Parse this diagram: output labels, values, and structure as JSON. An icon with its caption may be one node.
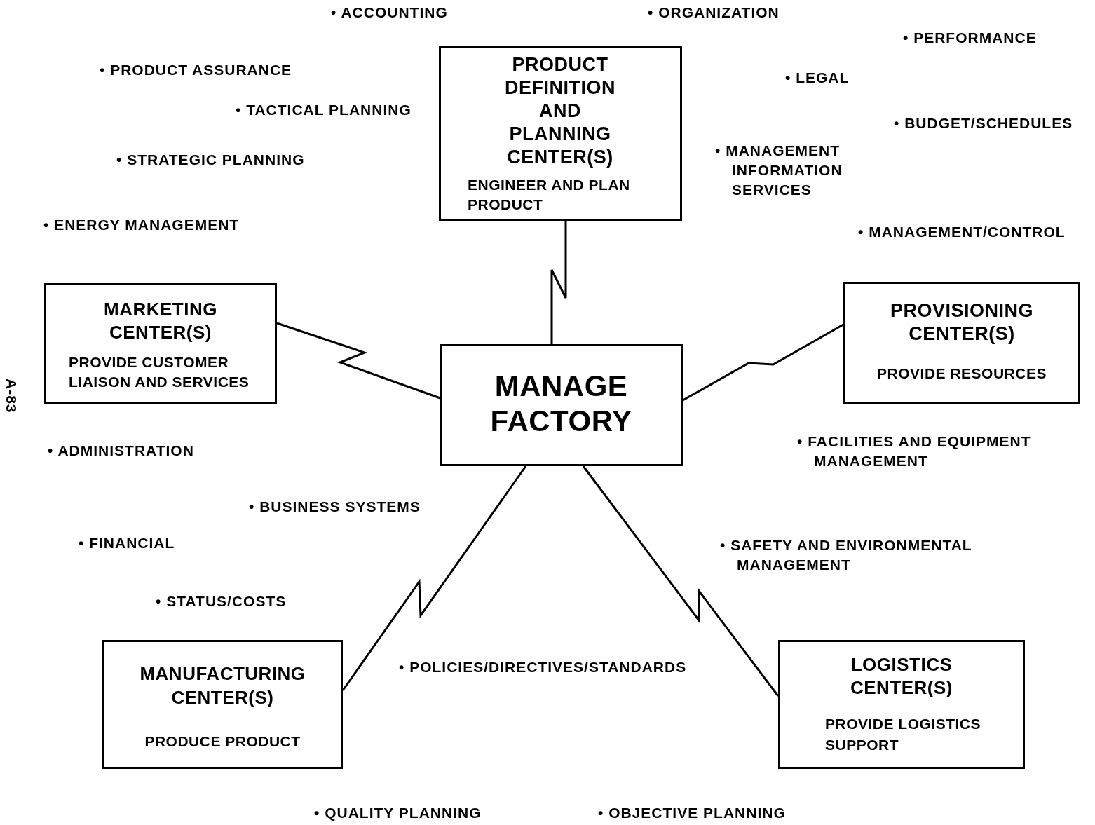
{
  "diagram": {
    "nodes": [
      {
        "text": [
          "PRODUCT DEFINITION AND PLANNING CENTER(S)",
          "ENGINEER AND PLAN PRODUCT"
        ]
      },
      {
        "text": [
          "MARKETING CENTER(S)",
          "PROVIDE CUSTOMER LIAISON AND SERVICES"
        ]
      },
      {
        "text": [
          "MANAGE FACTORY"
        ]
      },
      {
        "text": [
          "PROVISIONING CENTER(S)",
          "PROVIDE RESOURCES"
        ]
      },
      {
        "text": [
          "MANUFACTURING CENTER(S)",
          "PRODUCE PRODUCT"
        ]
      },
      {
        "text": [
          "LOGISTICS CENTER(S)",
          "PROVIDE LOGISTICS SUPPORT"
        ]
      }
    ],
    "edges": [
      {
        "from": 2,
        "to": 0,
        "arrow": "none"
      },
      {
        "from": 2,
        "to": 1,
        "arrow": "none"
      },
      {
        "from": 2,
        "to": 3,
        "arrow": "none"
      },
      {
        "from": 2,
        "to": 4,
        "arrow": "none"
      },
      {
        "from": 2,
        "to": 5,
        "arrow": "none"
      }
    ],
    "labels": [
      "• ACCOUNTING",
      "• ORGANIZATION",
      "• PERFORMANCE",
      "• PRODUCT ASSURANCE",
      "• LEGAL",
      "• TACTICAL PLANNING",
      "• BUDGET/SCHEDULES",
      "• MANAGEMENT INFORMATION SERVICES",
      "• STRATEGIC PLANNING",
      "• ENERGY MANAGEMENT",
      "• MANAGEMENT/CONTROL",
      "A-83",
      "• ADMINISTRATION",
      "• FACILITIES AND EQUIPMENT MANAGEMENT",
      "• BUSINESS SYSTEMS",
      "• FINANCIAL",
      "• SAFETY AND ENVIRONMENTAL MANAGEMENT",
      "• STATUS/COSTS",
      "• POLICIES/DIRECTIVES/STANDARDS",
      "• QUALITY PLANNING",
      "• OBJECTIVE PLANNING"
    ]
  }
}
